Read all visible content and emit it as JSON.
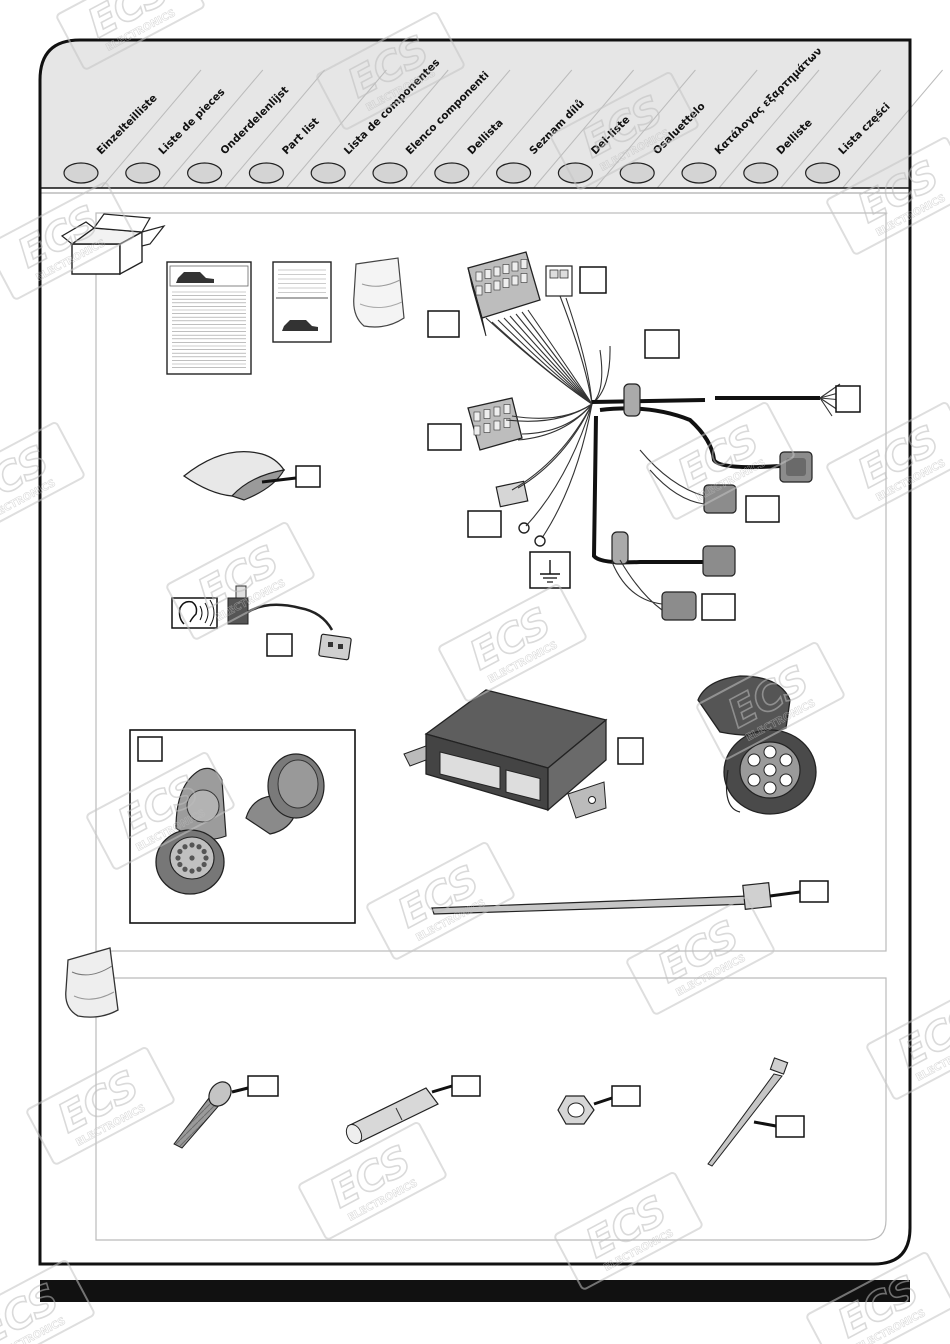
{
  "header": {
    "languages": [
      "Einzelteilliste",
      "Liste de pieces",
      "Onderdelenlijst",
      "Part list",
      "Lista de componentes",
      "Elenco componenti",
      "Dellista",
      "Seznam dílů",
      "Del-liste",
      "Osaluettelo",
      "Κατάλογος εξαρτημάτων",
      "Delliste",
      "Lista części"
    ]
  },
  "watermark": {
    "brand": "ECS",
    "sub": "ELECTRONICS"
  },
  "colors": {
    "frame": "#111111",
    "header_grey": "#dcdcdc",
    "part_grey": "#8a8a8a",
    "light_grey": "#c8c8c8",
    "watermark": "#bdbdbd"
  }
}
